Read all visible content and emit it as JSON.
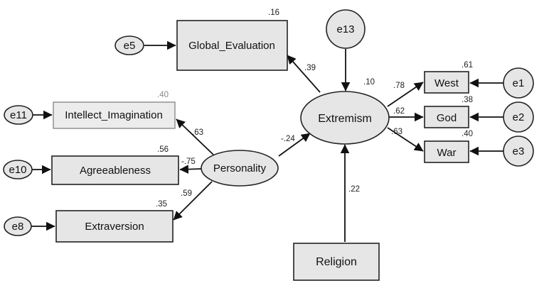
{
  "nodes": {
    "global_evaluation": {
      "label": "Global_Evaluation",
      "r2": ".16"
    },
    "intellect_imagination": {
      "label": "Intellect_Imagination",
      "r2": ".40"
    },
    "agreeableness": {
      "label": "Agreeableness",
      "r2": ".56"
    },
    "extraversion": {
      "label": "Extraversion",
      "r2": ".35"
    },
    "personality": {
      "label": "Personality"
    },
    "extremism": {
      "label": "Extremism",
      "r2": ".10"
    },
    "religion": {
      "label": "Religion"
    },
    "west": {
      "label": "West",
      "r2": ".61"
    },
    "god": {
      "label": "God",
      "r2": ".38"
    },
    "war": {
      "label": "War",
      "r2": ".40"
    }
  },
  "errors": {
    "e5": "e5",
    "e11": "e11",
    "e10": "e10",
    "e8": "e8",
    "e13": "e13",
    "e1": "e1",
    "e2": "e2",
    "e3": "e3"
  },
  "paths": {
    "extremism_global": ".39",
    "personality_intellect": ".63",
    "personality_agreeableness": "-.75",
    "personality_extraversion": ".59",
    "personality_extremism": "-.24",
    "religion_extremism": ".22",
    "extremism_west": ".78",
    "extremism_god": ".62",
    "extremism_war": ".63"
  }
}
